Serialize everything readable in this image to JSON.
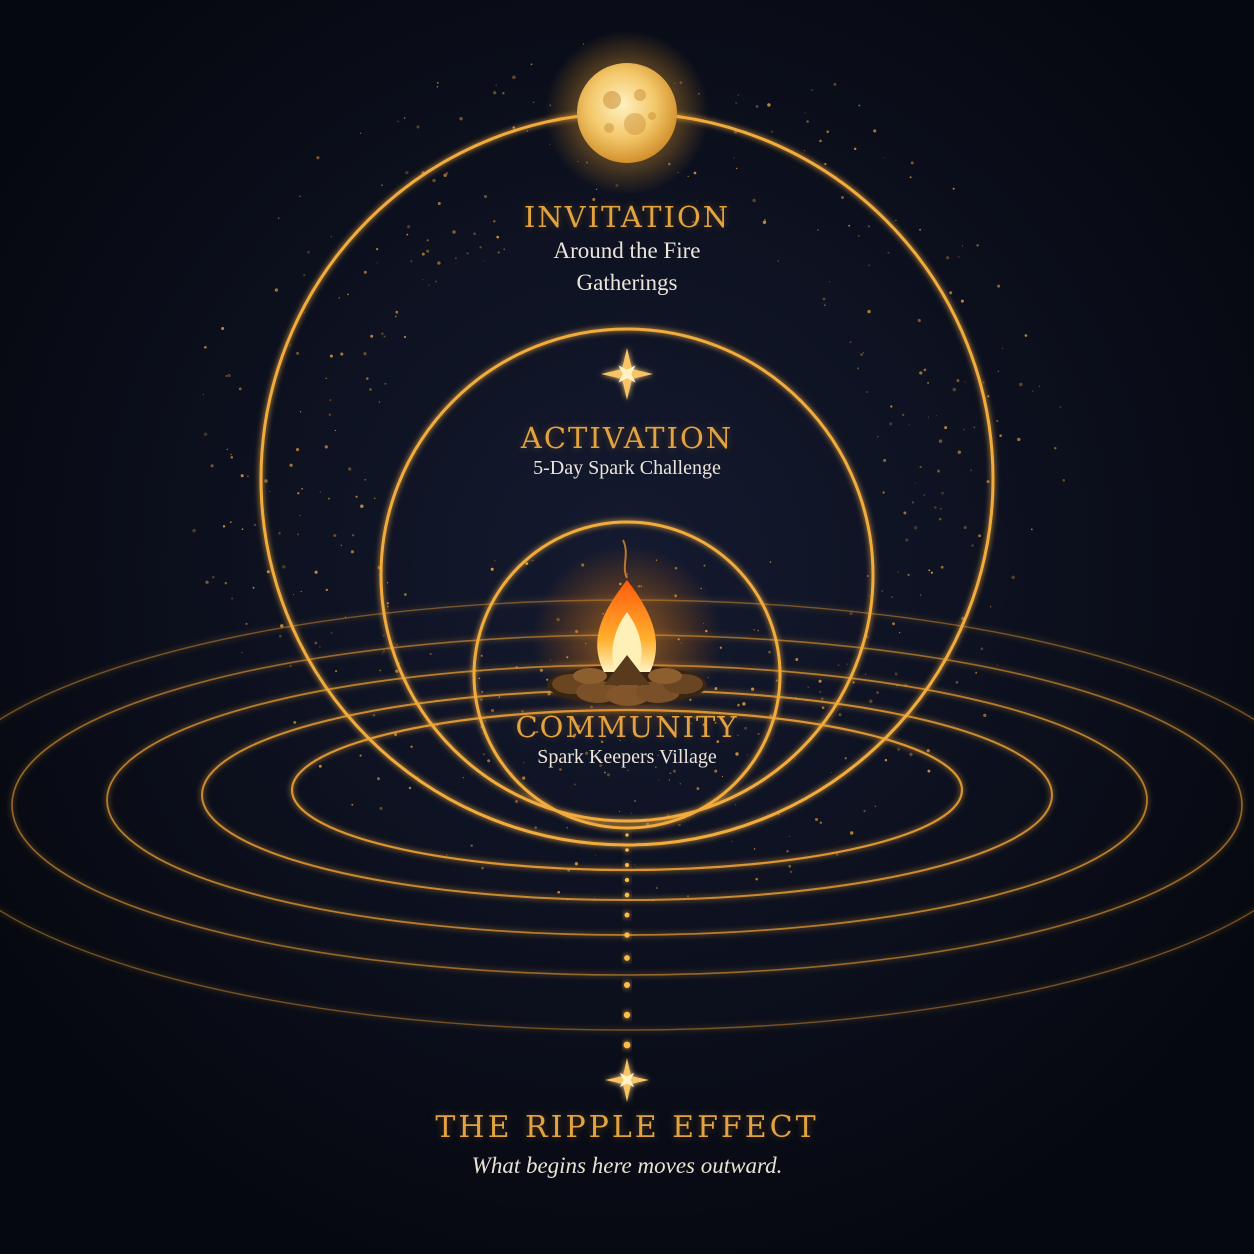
{
  "colors": {
    "background": "#080b17",
    "gold": "#f0a93a",
    "title_gold": "#e3a33f",
    "text": "#ece6da"
  },
  "rings": [
    {
      "name": "invitation",
      "title": "INVITATION",
      "subtitle_lines": [
        "Around the Fire",
        "Gatherings"
      ]
    },
    {
      "name": "activation",
      "title": "ACTIVATION",
      "subtitle_lines": [
        "5-Day Spark Challenge"
      ]
    },
    {
      "name": "community",
      "title": "COMMUNITY",
      "subtitle_lines": [
        "Spark Keepers Village"
      ]
    }
  ],
  "icons": {
    "top": "moon-icon",
    "middle": "star-icon",
    "center": "campfire-icon",
    "bottom": "star-icon"
  },
  "ripple": {
    "title": "THE RIPPLE EFFECT",
    "subtitle": "What begins here moves outward."
  }
}
